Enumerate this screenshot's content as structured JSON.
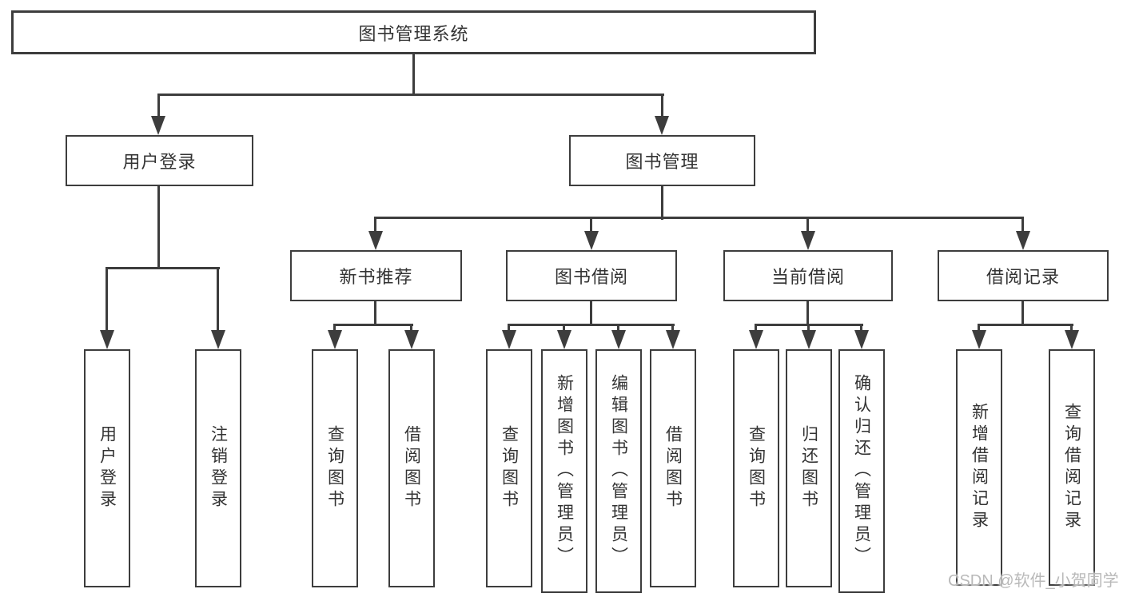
{
  "tree": {
    "root": {
      "label": "图书管理系统"
    },
    "branches": [
      {
        "label": "用户登录",
        "children": [
          {
            "label": "用户登录"
          },
          {
            "label": "注销登录"
          }
        ]
      },
      {
        "label": "图书管理",
        "children": [
          {
            "label": "新书推荐",
            "children": [
              {
                "label": "查询图书"
              },
              {
                "label": "借阅图书"
              }
            ]
          },
          {
            "label": "图书借阅",
            "children": [
              {
                "label": "查询图书"
              },
              {
                "label": "新增图书（管理员）"
              },
              {
                "label": "编辑图书（管理员）"
              },
              {
                "label": "借阅图书"
              }
            ]
          },
          {
            "label": "当前借阅",
            "children": [
              {
                "label": "查询图书"
              },
              {
                "label": "归还图书"
              },
              {
                "label": "确认归还（管理员）"
              }
            ]
          },
          {
            "label": "借阅记录",
            "children": [
              {
                "label": "新增借阅记录"
              },
              {
                "label": "查询借阅记录"
              }
            ]
          }
        ]
      }
    ]
  },
  "watermark": {
    "text": "CSDN @软件_小贺同学"
  },
  "colors": {
    "line": "#3d3d3d",
    "text": "#333333",
    "background": "#ffffff",
    "watermark": "#b9b9b9"
  }
}
